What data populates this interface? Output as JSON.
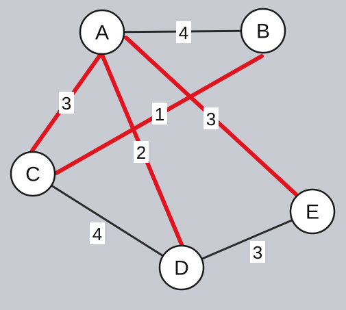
{
  "graph": {
    "background": "#c8ccd2",
    "colors": {
      "normal_edge": "#2a2a2a",
      "highlight_edge": "#e0141e"
    },
    "nodes": [
      {
        "id": "A",
        "label": "A"
      },
      {
        "id": "B",
        "label": "B"
      },
      {
        "id": "C",
        "label": "C"
      },
      {
        "id": "D",
        "label": "D"
      },
      {
        "id": "E",
        "label": "E"
      }
    ],
    "edges": [
      {
        "from": "A",
        "to": "B",
        "weight": "4",
        "highlighted": false
      },
      {
        "from": "C",
        "to": "D",
        "weight": "4",
        "highlighted": false
      },
      {
        "from": "D",
        "to": "E",
        "weight": "3",
        "highlighted": false
      },
      {
        "from": "A",
        "to": "C",
        "weight": "3",
        "highlighted": true
      },
      {
        "from": "B",
        "to": "C",
        "weight": "1",
        "highlighted": true
      },
      {
        "from": "A",
        "to": "E",
        "weight": "3",
        "highlighted": true
      },
      {
        "from": "A",
        "to": "D",
        "weight": "2",
        "highlighted": true
      }
    ]
  }
}
